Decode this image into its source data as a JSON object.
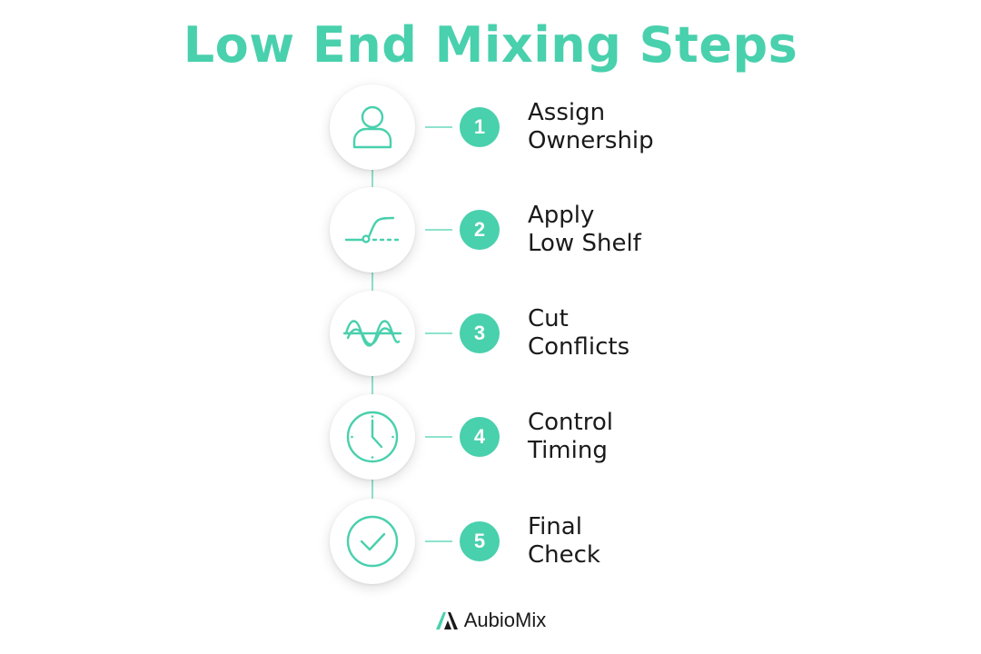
{
  "title": "Low End Mixing Steps",
  "steps": [
    {
      "number": "1",
      "line1": "Assign",
      "line2": "Ownership",
      "icon": "user-icon"
    },
    {
      "number": "2",
      "line1": "Apply",
      "line2": "Low Shelf",
      "icon": "low-shelf-eq-icon"
    },
    {
      "number": "3",
      "line1": "Cut",
      "line2": "Conflicts",
      "icon": "waveform-icon"
    },
    {
      "number": "4",
      "line1": "Control",
      "line2": "Timing",
      "icon": "clock-icon"
    },
    {
      "number": "5",
      "line1": "Final",
      "line2": "Check",
      "icon": "check-circle-icon"
    }
  ],
  "brand": {
    "name": "AubioMix",
    "logo_icon": "aubiomix-logo-icon"
  },
  "colors": {
    "accent": "#49d0ad",
    "line": "#8fe2cd",
    "text": "#1a1a1a"
  }
}
